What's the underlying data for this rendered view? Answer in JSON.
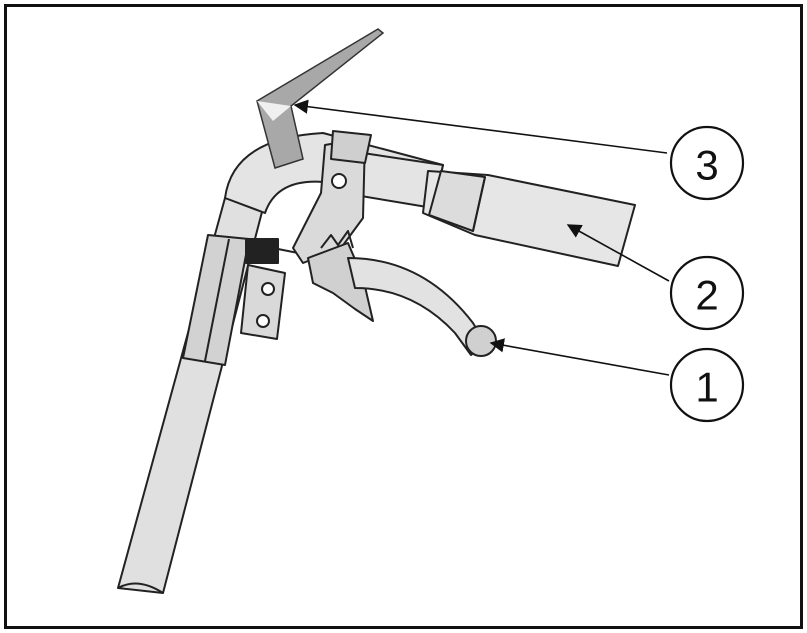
{
  "diagram": {
    "callouts": [
      {
        "label": "1",
        "target": "lever-end-ball"
      },
      {
        "label": "2",
        "target": "handlebar-grip"
      },
      {
        "label": "3",
        "target": "adjuster-pointer"
      }
    ]
  }
}
